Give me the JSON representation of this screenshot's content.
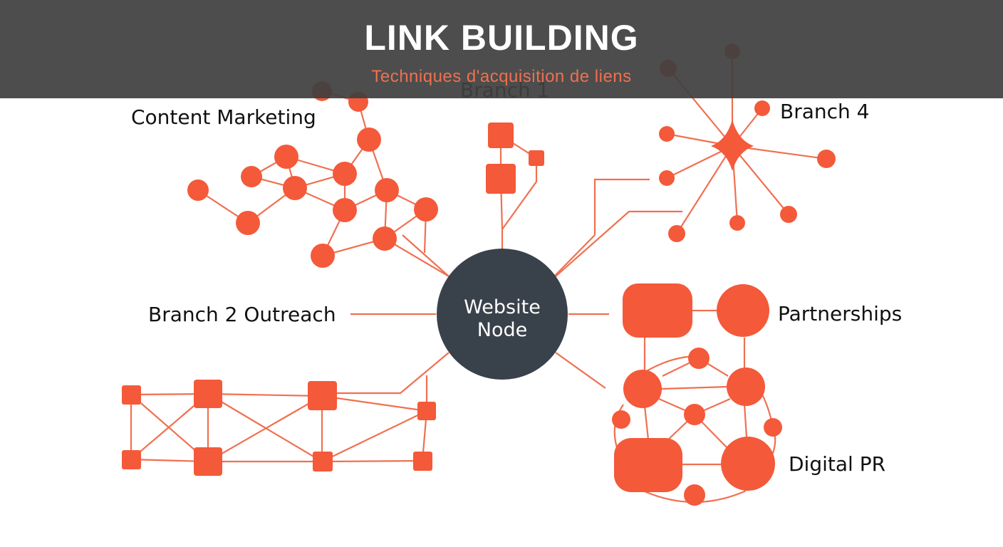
{
  "banner": {
    "title": "LINK BUILDING",
    "subtitle": "Techniques d'acquisition de liens"
  },
  "hub": {
    "line1": "Website",
    "line2": "Node"
  },
  "labels": {
    "content_marketing": "Content Marketing",
    "branch_1": "Branch 1",
    "branch_4": "Branch 4",
    "branch_2_outreach": "Branch 2 Outreach",
    "partnerships": "Partnerships",
    "digital_pr": "Digital PR"
  },
  "colors": {
    "accent": "#f4593a",
    "hub": "#39414a",
    "banner": "#404040",
    "subtitle": "#f0704e"
  }
}
